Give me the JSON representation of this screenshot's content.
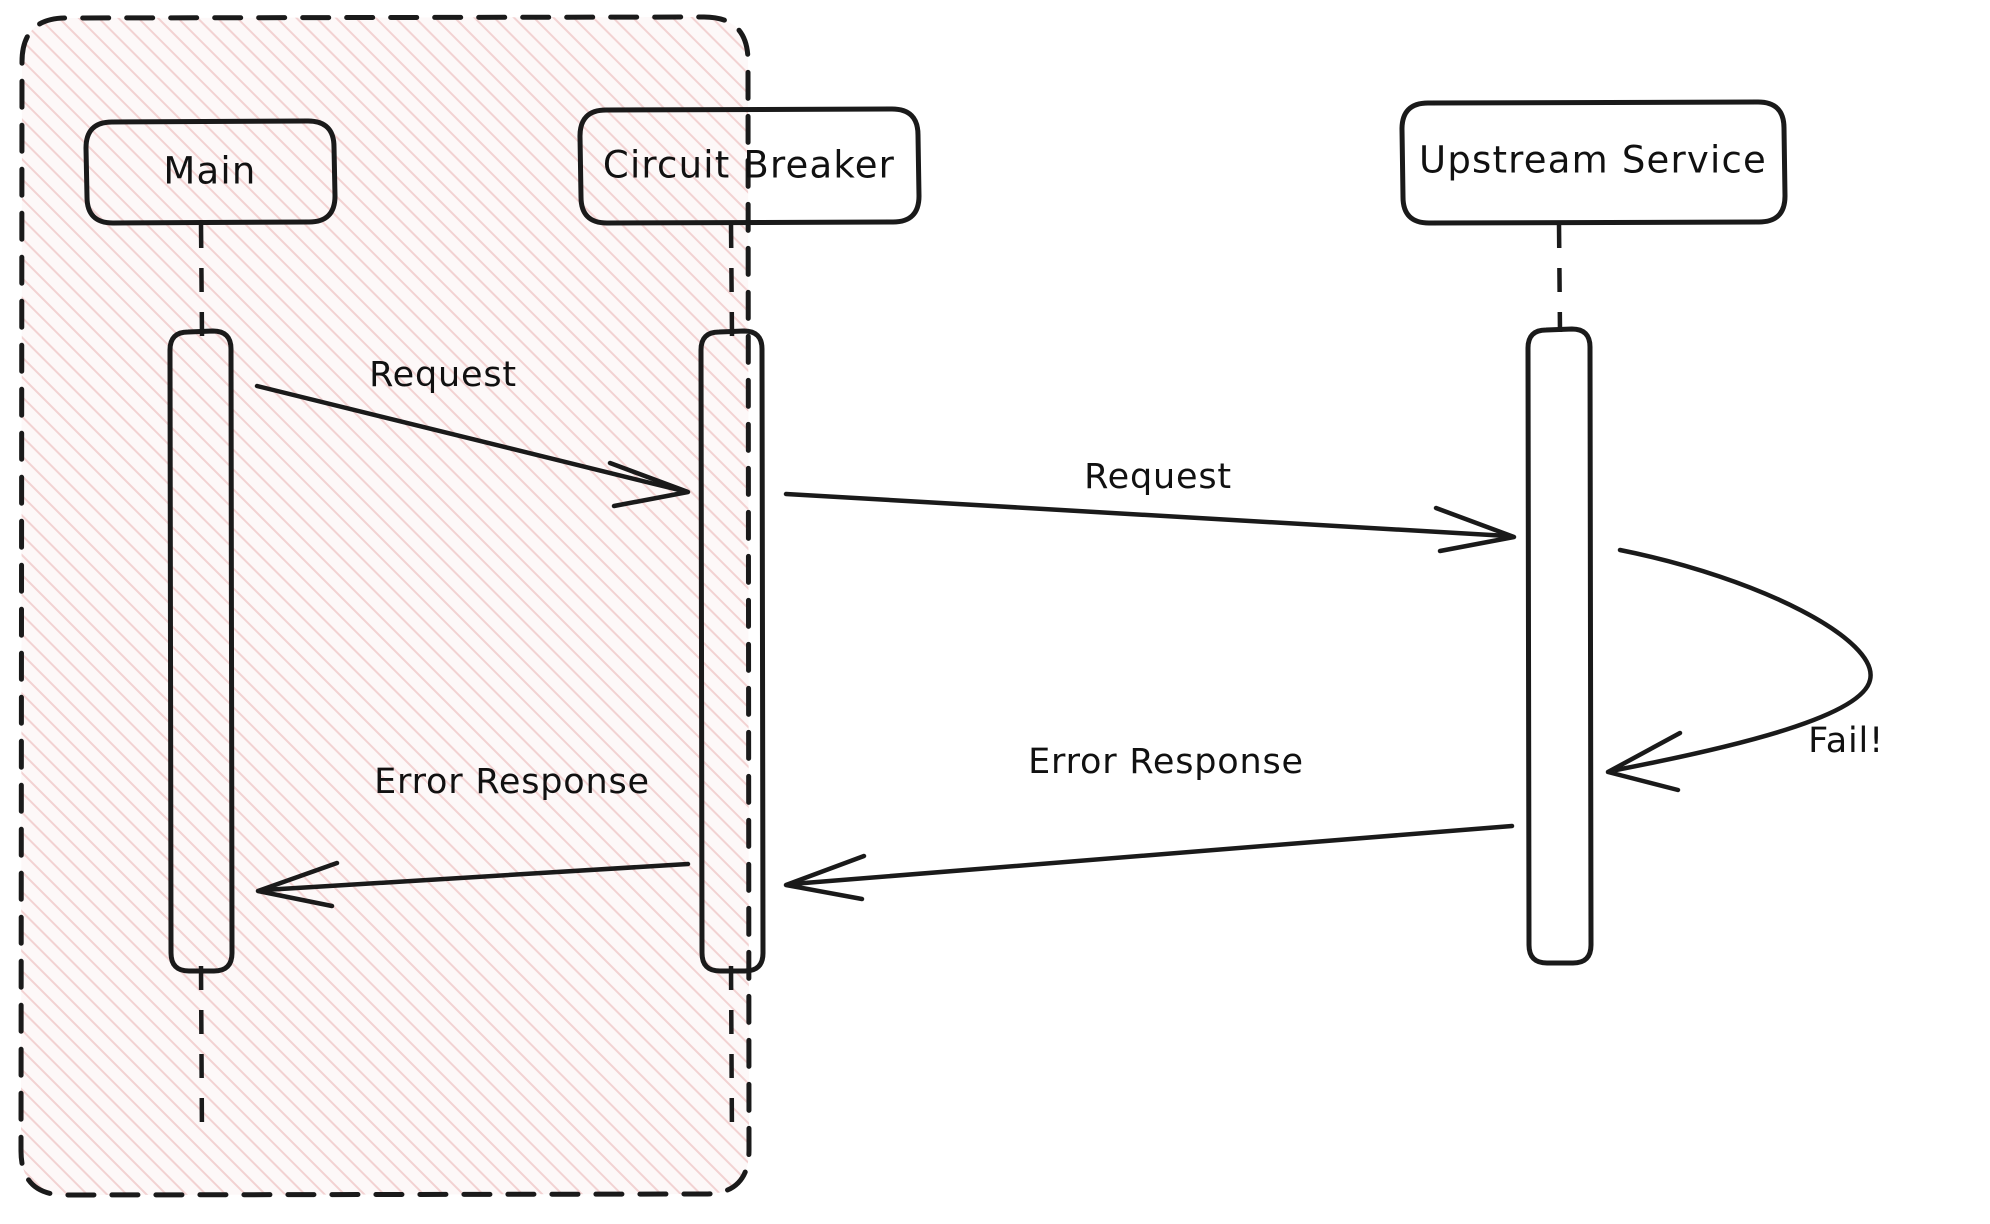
{
  "diagram": {
    "type": "sequence-diagram",
    "style": "hand-drawn",
    "background_color": "#ffffff",
    "stroke_color": "#1a1a1a",
    "group": {
      "name": "hatched-group",
      "fill_color": "#fdf7f7",
      "hatch_color": "#f3d7d7",
      "border_style": "dashed",
      "label": ""
    },
    "participants": [
      {
        "id": "main",
        "label": "Main",
        "in_group": true
      },
      {
        "id": "circuit_breaker",
        "label": "Circuit Breaker",
        "in_group": true
      },
      {
        "id": "upstream",
        "label": "Upstream Service",
        "in_group": false
      }
    ],
    "messages": [
      {
        "id": "m1",
        "label": "Request",
        "from": "main",
        "to": "circuit_breaker",
        "direction": "forward",
        "kind": "call"
      },
      {
        "id": "m2",
        "label": "Request",
        "from": "circuit_breaker",
        "to": "upstream",
        "direction": "forward",
        "kind": "call"
      },
      {
        "id": "m3",
        "label": "Fail!",
        "from": "upstream",
        "to": "upstream",
        "direction": "self",
        "kind": "self-loop"
      },
      {
        "id": "m4",
        "label": "Error Response",
        "from": "upstream",
        "to": "circuit_breaker",
        "direction": "backward",
        "kind": "return"
      },
      {
        "id": "m5",
        "label": "Error Response",
        "from": "circuit_breaker",
        "to": "main",
        "direction": "backward",
        "kind": "return"
      }
    ]
  }
}
